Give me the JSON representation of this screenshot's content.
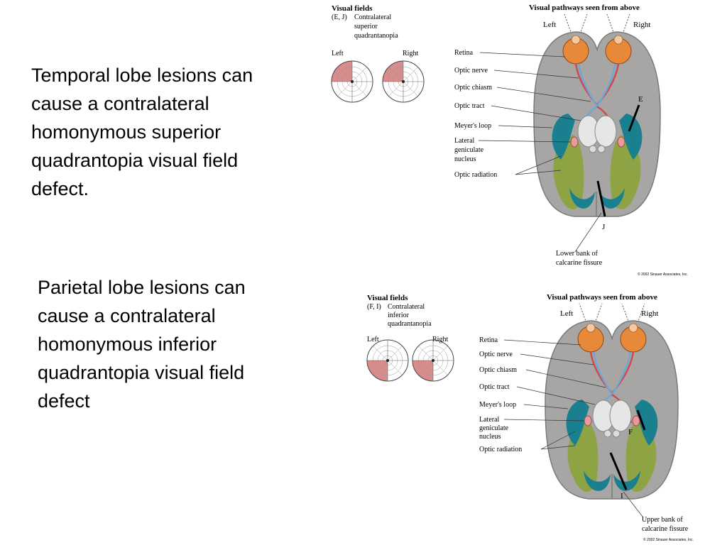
{
  "slide": {
    "text_top": "Temporal lobe lesions can\ncause a contralateral\nhomonymous superior\nquadrantopia visual field\ndefect.",
    "text_bottom": "Parietal lobe lesions can\ncause a contralateral\nhomonymous inferior\nquadrantopia visual field\ndefect"
  },
  "figure_top": {
    "visual_fields_title": "Visual fields",
    "lesion_code": "(E, J)",
    "defect_line1": "Contralateral",
    "defect_line2": "superior",
    "defect_line3": "quadrantanopia",
    "field_left": "Left",
    "field_right": "Right",
    "pathways_title": "Visual pathways seen from above",
    "eye_left": "Left",
    "eye_right": "Right",
    "labels": [
      "Retina",
      "Optic nerve",
      "Optic chiasm",
      "Optic tract",
      "Meyer's loop",
      "Lateral",
      "geniculate",
      "nucleus",
      "Optic radiation"
    ],
    "lesion_marker_1": "E",
    "lesion_marker_2": "J",
    "bank_line1": "Lower bank of",
    "bank_line2": "calcarine fissure",
    "copyright": "© 2002 Sinauer Associates, Inc."
  },
  "figure_bottom": {
    "visual_fields_title": "Visual fields",
    "lesion_code": "(F, I)",
    "defect_line1": "Contralateral",
    "defect_line2": "inferior",
    "defect_line3": "quadrantanopia",
    "field_left": "Left",
    "field_right": "Right",
    "pathways_title": "Visual pathways seen from above",
    "eye_left": "Left",
    "eye_right": "Right",
    "labels": [
      "Retina",
      "Optic nerve",
      "Optic chiasm",
      "Optic tract",
      "Meyer's loop",
      "Lateral",
      "geniculate",
      "nucleus",
      "Optic radiation"
    ],
    "lesion_marker_1": "F",
    "lesion_marker_2": "I",
    "bank_line1": "Upper bank of",
    "bank_line2": "calcarine fissure",
    "copyright": "© 2002 Sinauer Associates, Inc."
  },
  "colors": {
    "brain": "#a7a6a5",
    "brain_outline": "#7a7a7a",
    "eye": "#e8893a",
    "defect": "#d88c8c",
    "radiation": "#8ba33a",
    "meyer": "#1a7f8f",
    "nerve_red": "#d04a4a",
    "nerve_blue": "#6aa8d8"
  }
}
